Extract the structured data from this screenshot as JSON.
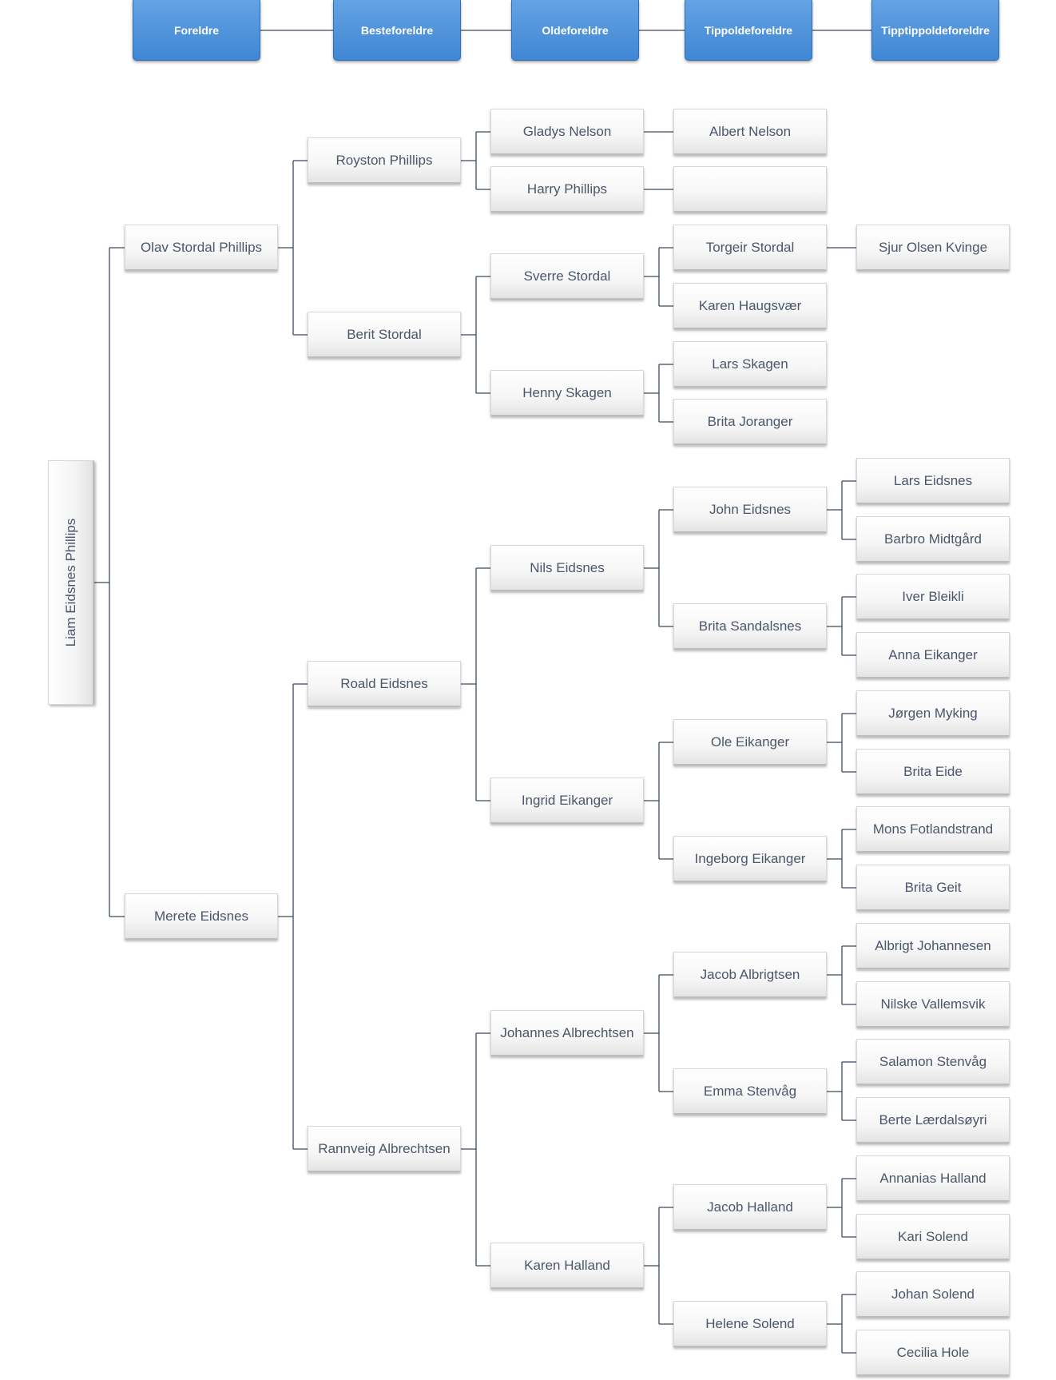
{
  "header": {
    "generations": [
      "Foreldre",
      "Besteforeldre",
      "Oldeforeldre",
      "Tippoldeforeldre",
      "Tipptippoldeforeldre"
    ]
  },
  "colors": {
    "header_fill": "#4a90dc",
    "connector": "#3b4a5c",
    "box_text": "#4a566a"
  },
  "person": "Liam Eidsnes Phillips",
  "tree": [
    {
      "name": "Olav Stordal Phillips",
      "parents": [
        {
          "name": "Royston Phillips",
          "parents": [
            {
              "name": "Gladys Nelson",
              "parents": [
                {
                  "name": "Albert Nelson"
                }
              ]
            },
            {
              "name": "Harry Phillips",
              "parents": [
                {
                  "name": ""
                }
              ]
            }
          ]
        },
        {
          "name": "Berit Stordal",
          "parents": [
            {
              "name": "Sverre Stordal",
              "parents": [
                {
                  "name": "Torgeir Stordal",
                  "parents": [
                    {
                      "name": "Sjur Olsen Kvinge"
                    }
                  ]
                },
                {
                  "name": "Karen Haugsvær"
                }
              ]
            },
            {
              "name": "Henny Skagen",
              "parents": [
                {
                  "name": "Lars Skagen"
                },
                {
                  "name": "Brita Joranger"
                }
              ]
            }
          ]
        }
      ]
    },
    {
      "name": "Merete Eidsnes",
      "parents": [
        {
          "name": "Roald Eidsnes",
          "parents": [
            {
              "name": "Nils Eidsnes",
              "parents": [
                {
                  "name": "John Eidsnes",
                  "parents": [
                    {
                      "name": "Lars Eidsnes"
                    },
                    {
                      "name": "Barbro Midtgård"
                    }
                  ]
                },
                {
                  "name": "Brita Sandalsnes",
                  "parents": [
                    {
                      "name": "Iver Bleikli"
                    },
                    {
                      "name": "Anna Eikanger"
                    }
                  ]
                }
              ]
            },
            {
              "name": "Ingrid Eikanger",
              "parents": [
                {
                  "name": "Ole Eikanger",
                  "parents": [
                    {
                      "name": "Jørgen Myking"
                    },
                    {
                      "name": "Brita Eide"
                    }
                  ]
                },
                {
                  "name": "Ingeborg Eikanger",
                  "parents": [
                    {
                      "name": "Mons Fotlandstrand"
                    },
                    {
                      "name": "Brita Geit"
                    }
                  ]
                }
              ]
            }
          ]
        },
        {
          "name": "Rannveig Albrechtsen",
          "parents": [
            {
              "name": "Johannes Albrechtsen",
              "parents": [
                {
                  "name": "Jacob Albrigtsen",
                  "parents": [
                    {
                      "name": "Albrigt Johannesen"
                    },
                    {
                      "name": "Nilske Vallemsvik"
                    }
                  ]
                },
                {
                  "name": "Emma Stenvåg",
                  "parents": [
                    {
                      "name": "Salamon Stenvåg"
                    },
                    {
                      "name": "Berte Lærdalsøyri"
                    }
                  ]
                }
              ]
            },
            {
              "name": "Karen Halland",
              "parents": [
                {
                  "name": "Jacob Halland",
                  "parents": [
                    {
                      "name": "Annanias Halland"
                    },
                    {
                      "name": "Kari Solend"
                    }
                  ]
                },
                {
                  "name": "Helene Solend",
                  "parents": [
                    {
                      "name": "Johan Solend"
                    },
                    {
                      "name": "Cecilia Hole"
                    }
                  ]
                }
              ]
            }
          ]
        }
      ]
    }
  ]
}
